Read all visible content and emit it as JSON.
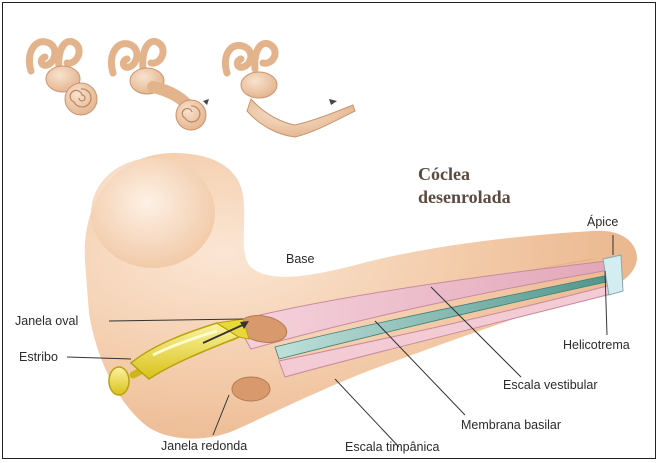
{
  "title": {
    "line1": "Cóclea",
    "line2": "desenrolada"
  },
  "labels": {
    "apex": "Ápice",
    "base": "Base",
    "oval_window": "Janela oval",
    "stapes": "Estribo",
    "helicotrema": "Helicotrema",
    "scala_vestibuli": "Escala vestibular",
    "basilar_membrane": "Membrana basilar",
    "round_window": "Janela redonda",
    "scala_tympani": "Escala timpânica"
  },
  "colors": {
    "tissue": "#f2c9a6",
    "tissue_dark": "#e3a87c",
    "scala_vestibuli": "#e7b8c6",
    "basilar_membrane": "#5a9e93",
    "stapes": "#e8dc3a"
  }
}
